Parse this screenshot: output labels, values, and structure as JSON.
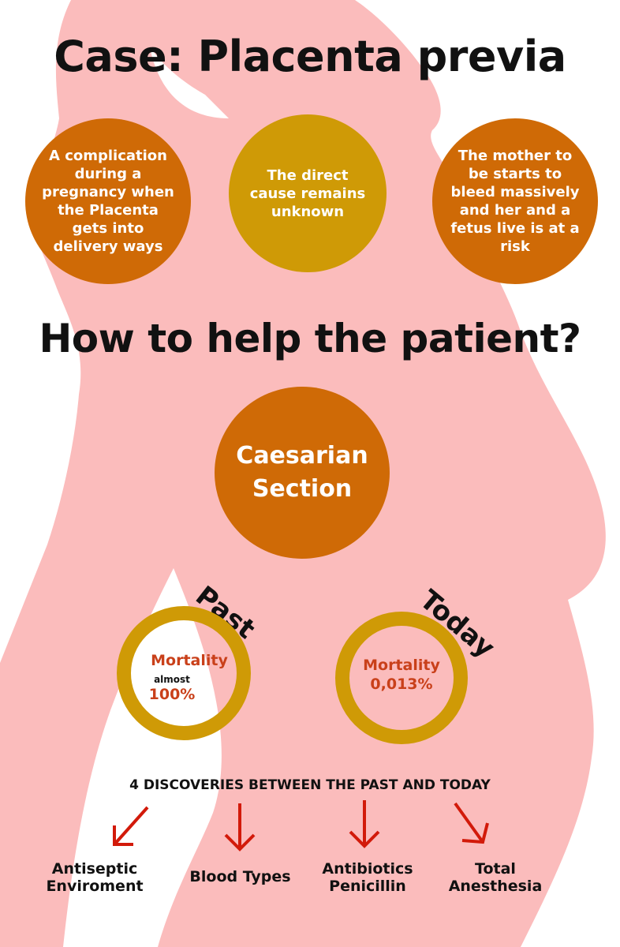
{
  "title": "Case: Placenta previa",
  "facts": [
    {
      "text": "A complication during a pregnancy when the Placenta gets into delivery ways"
    },
    {
      "text": "The direct cause remains unknown"
    },
    {
      "text": "The mother to be starts to bleed massively and her and a fetus live is at a risk"
    }
  ],
  "question": "How to help the patient?",
  "solution": "Caesarian Section",
  "comparison": {
    "past": {
      "label": "Past",
      "mortality_label": "Mortality",
      "qualifier": "almost",
      "value": "100%"
    },
    "today": {
      "label": "Today",
      "mortality_label": "Mortality",
      "value": "0,013%"
    }
  },
  "discoveries": {
    "heading": "4 DISCOVERIES BETWEEN THE PAST AND TODAY",
    "items": [
      {
        "label_line1": "Antiseptic",
        "label_line2": "Enviroment"
      },
      {
        "label_line1": "Blood Types",
        "label_line2": ""
      },
      {
        "label_line1": "Antibiotics",
        "label_line2": "Penicillin"
      },
      {
        "label_line1": "Total",
        "label_line2": "Anesthesia"
      }
    ]
  },
  "colors": {
    "silhouette": "#fbbcbc",
    "orange": "#cf6a06",
    "mustard": "#cf9a06",
    "arrow_red": "#d21a0a",
    "stat_red": "#c9401a"
  }
}
